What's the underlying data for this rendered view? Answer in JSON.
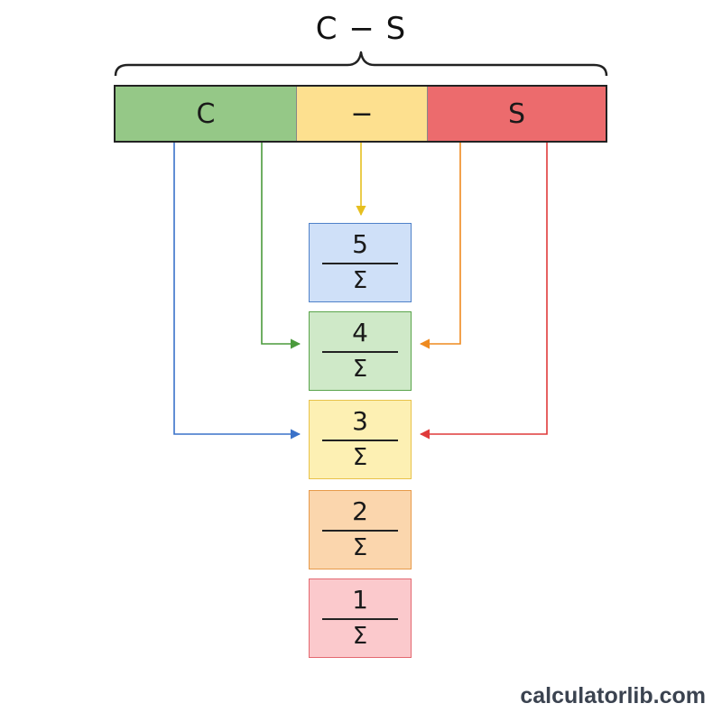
{
  "title": "C − S",
  "segments": [
    {
      "label": "C",
      "color": "#95c887"
    },
    {
      "label": "−",
      "color": "#fde08f"
    },
    {
      "label": "S",
      "color": "#ec6b6d"
    }
  ],
  "fractions": [
    {
      "numerator": "5",
      "denominator": "Σ"
    },
    {
      "numerator": "4",
      "denominator": "Σ"
    },
    {
      "numerator": "3",
      "denominator": "Σ"
    },
    {
      "numerator": "2",
      "denominator": "Σ"
    },
    {
      "numerator": "1",
      "denominator": "Σ"
    }
  ],
  "arrow_colors": {
    "c_outer": "#3a72c9",
    "c_inner": "#4a9a3c",
    "minus": "#e6bf1f",
    "s_inner": "#ee8a1f",
    "s_outer": "#df3a3a"
  },
  "watermark": "calculatorlib.com"
}
